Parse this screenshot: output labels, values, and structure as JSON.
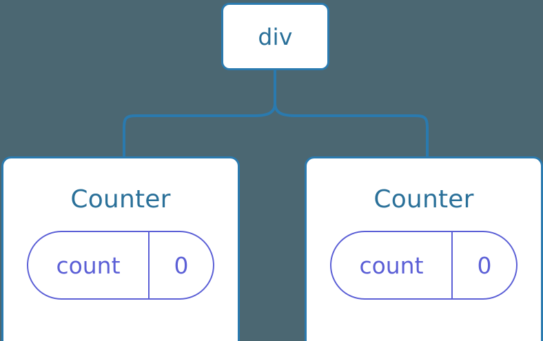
{
  "diagram": {
    "type": "component-tree",
    "background_color": "#4b6772",
    "node_border_color": "#2a7aaf",
    "node_text_color": "#2a7099",
    "state_pill_color": "#5b5fd6",
    "connector_color": "#2a7aaf",
    "root": {
      "label": "div"
    },
    "children": [
      {
        "label": "Counter",
        "state": {
          "key": "count",
          "value": "0"
        }
      },
      {
        "label": "Counter",
        "state": {
          "key": "count",
          "value": "0"
        }
      }
    ]
  }
}
